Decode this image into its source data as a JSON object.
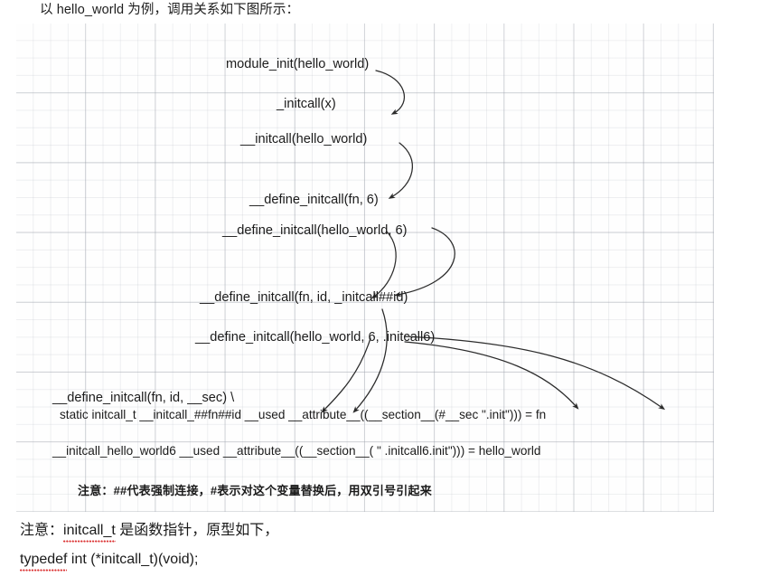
{
  "page": {
    "intro": "以 hello_world 为例，调用关系如下图所示：",
    "tail_line_1_prefix": "注意：",
    "tail_line_1_code": "initcall_t",
    "tail_line_1_suffix": " 是函数指针，原型如下，",
    "tail_line_2_code": "typedef",
    "tail_line_2_rest": " int (*initcall_t)(void);",
    "tail_line_2_inner_code": "initcall_t"
  },
  "diagram": {
    "lines": [
      {
        "id": "l1",
        "text": "module_init(hello_world)"
      },
      {
        "id": "l2",
        "text": "_initcall(x)"
      },
      {
        "id": "l3",
        "text": "__initcall(hello_world)"
      },
      {
        "id": "l4",
        "text": "__define_initcall(fn, 6)"
      },
      {
        "id": "l5",
        "text": "__define_initcall(hello_world, 6)"
      },
      {
        "id": "l6",
        "text": "__define_initcall(fn, id, _initcall##id)"
      },
      {
        "id": "l7",
        "text": "__define_initcall(hello_world, 6, .initcall6)"
      },
      {
        "id": "l8",
        "text": "__define_initcall(fn, id, __sec) \\"
      },
      {
        "id": "l9",
        "text": "static initcall_t __initcall_##fn##id __used __attribute__((__section__(#__sec \".init\"))) = fn"
      },
      {
        "id": "l10",
        "text": "__initcall_hello_world6 __used __attribute__((__section__( \" .initcall6.init\"))) = hello_world"
      }
    ],
    "note": "注意：##代表强制连接，#表示对这个变量替换后，用双引号引起来"
  },
  "colors": {
    "ink": "#1b1b1b",
    "grid_minor": "#afb4be",
    "grid_major": "#969baa",
    "arrow": "#2b2b2b",
    "spellcheck": "#d92828",
    "paper": "#ffffff"
  }
}
